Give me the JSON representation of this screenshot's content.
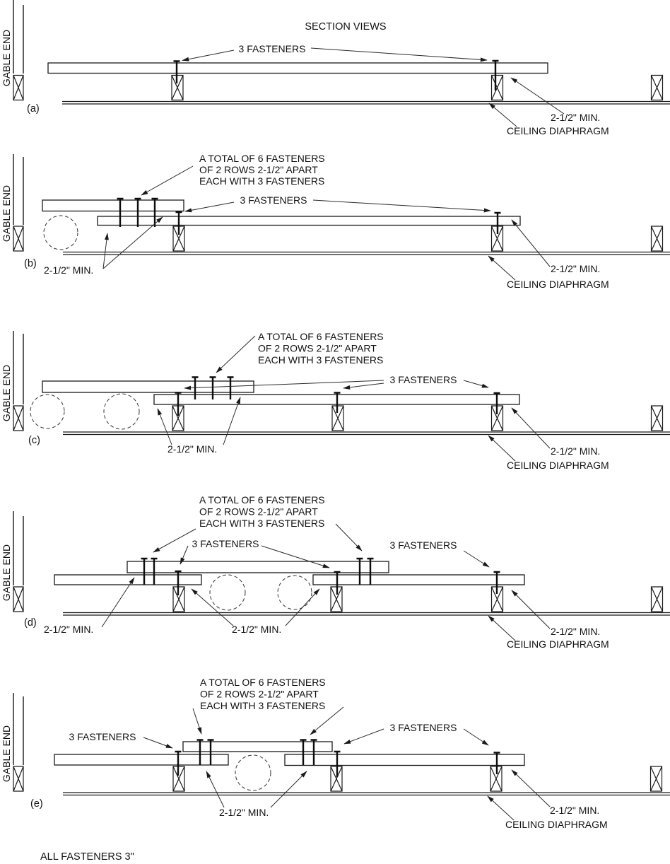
{
  "title": "SECTION VIEWS",
  "footnote": "ALL FASTENERS 3\"",
  "labels": {
    "gable_end": "GABLE END",
    "three_fasteners": "3 FASTENERS",
    "min_clearance": "2-1/2\" MIN.",
    "ceiling_diaphragm": "CEILING DIAPHRAGM",
    "note_line1": "A TOTAL OF 6 FASTENERS",
    "note_line2": "OF 2 ROWS 2-1/2\" APART",
    "note_line3": "EACH WITH 3 FASTENERS"
  },
  "sections": [
    {
      "id": "(a)"
    },
    {
      "id": "(b)"
    },
    {
      "id": "(c)"
    },
    {
      "id": "(d)"
    },
    {
      "id": "(e)"
    }
  ]
}
